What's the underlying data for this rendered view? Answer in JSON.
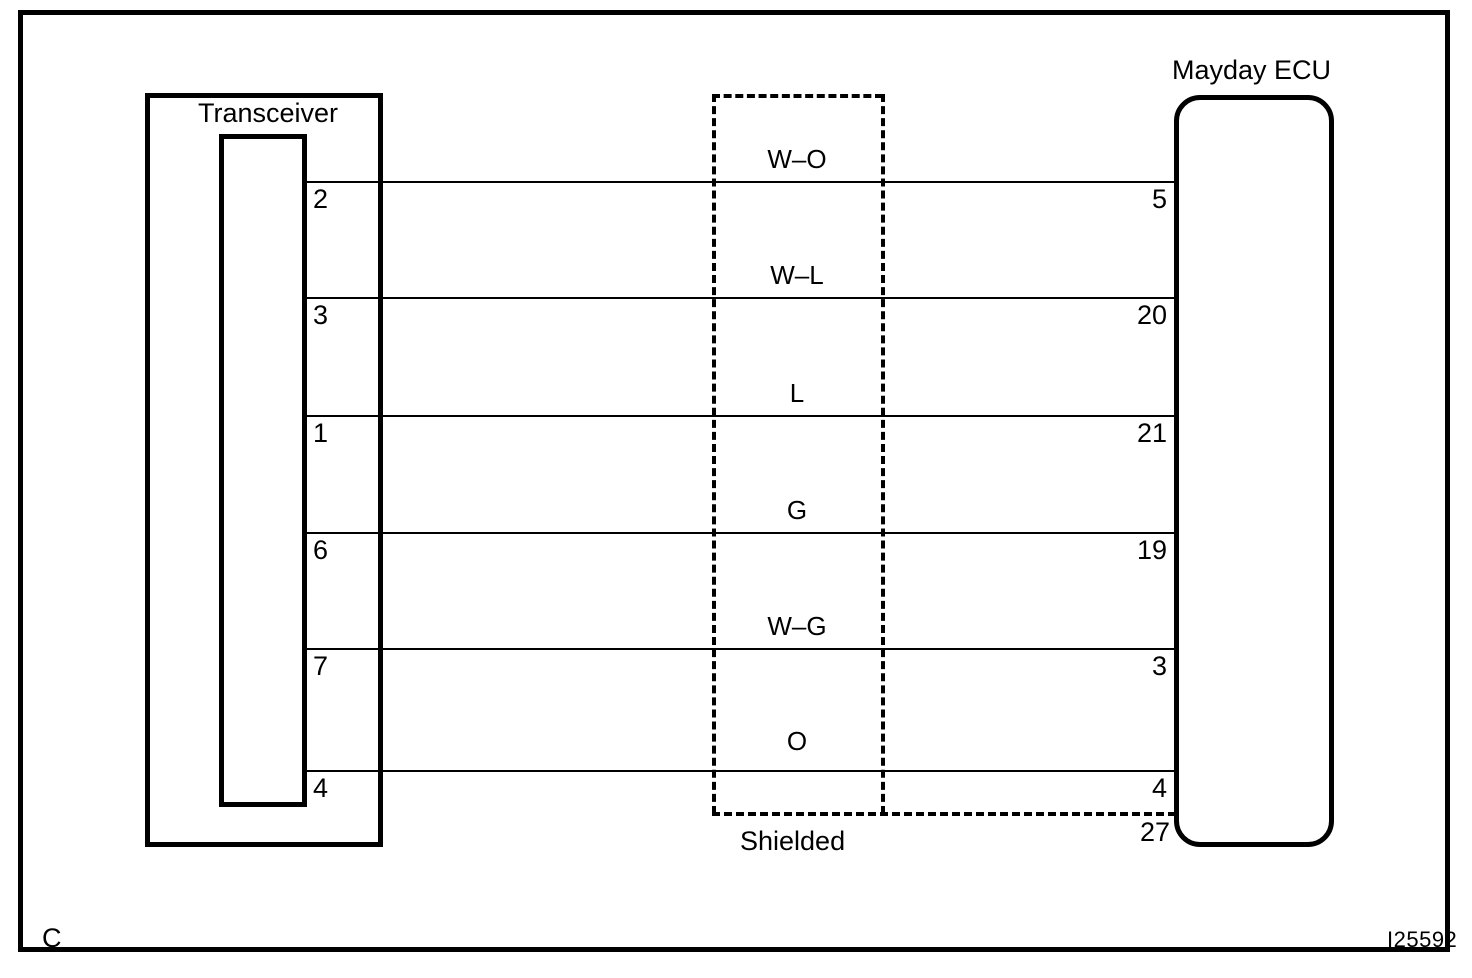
{
  "diagram": {
    "title_left": "Transceiver",
    "title_right": "Mayday ECU",
    "shield_label": "Shielded",
    "corner_mark": "C",
    "figure_code": "I25592",
    "line_color": "#000000",
    "background_color": "#ffffff",
    "connections": [
      {
        "wire_label": "W–O",
        "left_pin": "2",
        "right_pin": "5"
      },
      {
        "wire_label": "W–L",
        "left_pin": "3",
        "right_pin": "20"
      },
      {
        "wire_label": "L",
        "left_pin": "1",
        "right_pin": "21"
      },
      {
        "wire_label": "G",
        "left_pin": "6",
        "right_pin": "19"
      },
      {
        "wire_label": "W–G",
        "left_pin": "7",
        "right_pin": "3"
      },
      {
        "wire_label": "O",
        "left_pin": "4",
        "right_pin": "4"
      }
    ],
    "shield_ground_pin": "27"
  }
}
